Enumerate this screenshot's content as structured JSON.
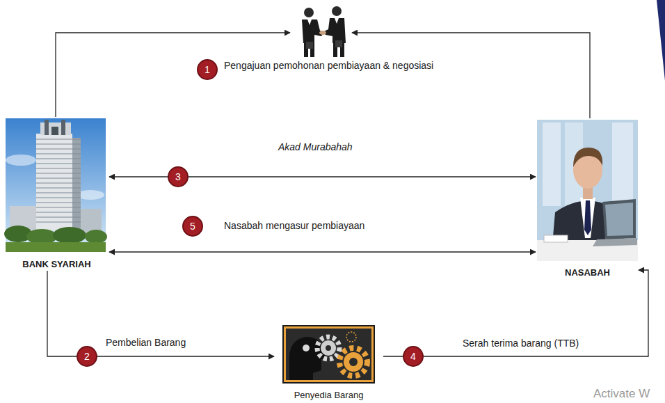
{
  "diagram": {
    "nodes": [
      {
        "text": [
          "BANK SYARIAH"
        ]
      },
      {
        "text": [
          "NASABAH"
        ]
      },
      {
        "text": [
          "Penyedia Barang"
        ]
      }
    ],
    "edges": [
      {
        "from": 0,
        "to": 1,
        "label": "Akad Murabahah",
        "arrow": "both"
      },
      {
        "from": 0,
        "to": 1,
        "label": "Nasabah mengasur pembiayaan",
        "arrow": "both"
      },
      {
        "from": 0,
        "to": 2,
        "label": "Pembelian Barang",
        "arrow": "to"
      },
      {
        "from": 2,
        "to": 1,
        "label": "Serah terima barang (TTB)",
        "arrow": "to"
      }
    ],
    "labels": [
      "1",
      "Pengajuan pemohonan pembiayaan & negosiasi",
      "2",
      "3",
      "4",
      "5",
      "Activate W"
    ]
  }
}
